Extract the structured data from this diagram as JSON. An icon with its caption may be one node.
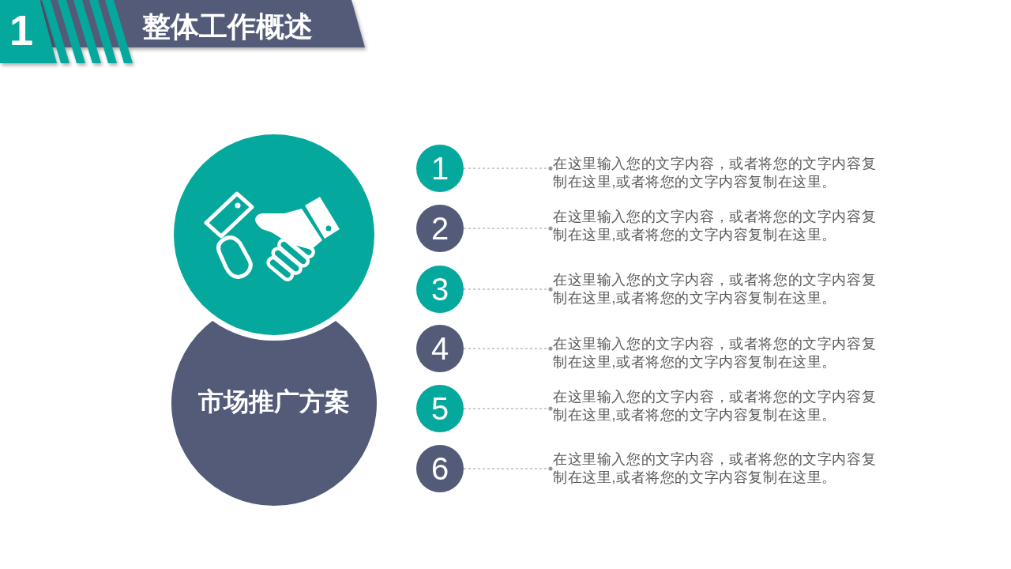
{
  "diagram": {
    "title": "整体工作概述",
    "nodes": [
      {
        "text": [
          "1"
        ]
      },
      {
        "text": [],
        "shape": "circle"
      },
      {
        "text": [
          "市场推广方案"
        ]
      },
      {
        "text": [
          "1"
        ]
      },
      {
        "text": [
          "2"
        ]
      },
      {
        "text": [
          "3"
        ]
      },
      {
        "text": [
          "4"
        ]
      },
      {
        "text": [
          "5"
        ]
      },
      {
        "text": [
          "6"
        ]
      },
      {
        "text": [
          "在这里输入您的文字内容，或者将您的文字内容复制在这里,或者将您的文字内容复制在这里。"
        ]
      },
      {
        "text": [
          "在这里输入您的文字内容，或者将您的文字内容复制在这里,或者将您的文字内容复制在这里。"
        ]
      },
      {
        "text": [
          "在这里输入您的文字内容，或者将您的文字内容复制在这里,或者将您的文字内容复制在这里。"
        ]
      },
      {
        "text": [
          "在这里输入您的文字内容，或者将您的文字内容复制在这里,或者将您的文字内容复制在这里。"
        ]
      },
      {
        "text": [
          "在这里输入您的文字内容，或者将您的文字内容复制在这里,或者将您的文字内容复制在这里。"
        ]
      },
      {
        "text": [
          "在这里输入您的文字内容，或者将您的文字内容复制在这里,或者将您的文字内容复制在这里。"
        ]
      }
    ],
    "edges": [
      {
        "from": 3,
        "to": 9,
        "arrow": "other",
        "style": "dashed"
      },
      {
        "from": 4,
        "to": 10,
        "arrow": "other",
        "style": "dashed"
      },
      {
        "from": 5,
        "to": 11,
        "arrow": "other",
        "style": "dashed"
      },
      {
        "from": 6,
        "to": 12,
        "arrow": "other",
        "style": "dashed"
      },
      {
        "from": 7,
        "to": 13,
        "arrow": "other",
        "style": "dashed"
      },
      {
        "from": 8,
        "to": 14,
        "arrow": "other",
        "style": "dashed"
      }
    ]
  }
}
